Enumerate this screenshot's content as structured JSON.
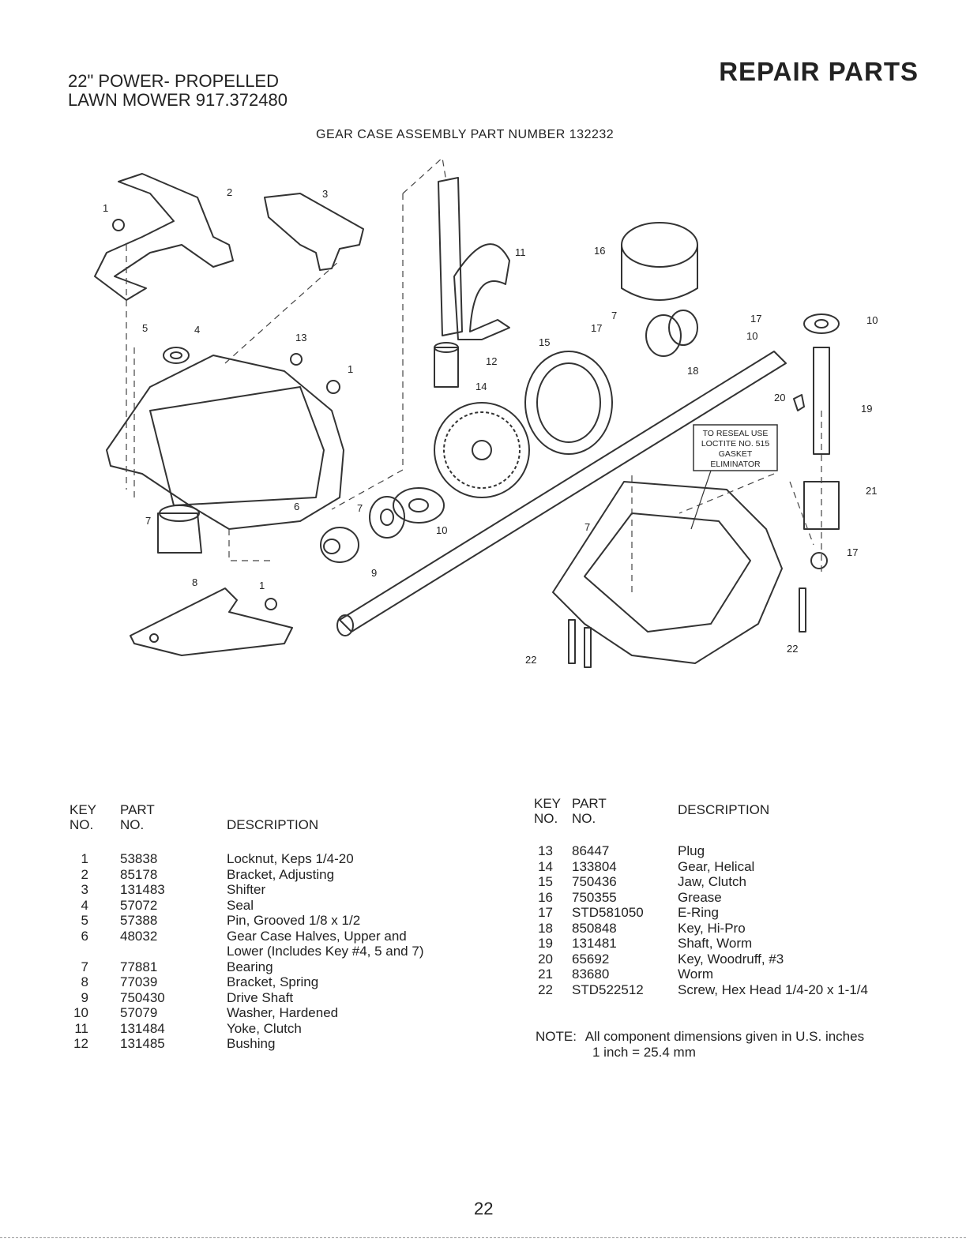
{
  "header": {
    "line1": "22\" POWER- PROPELLED",
    "line2": "LAWN MOWER 917.372480",
    "title": "REPAIR PARTS",
    "subtitle": "GEAR CASE ASSEMBLY PART NUMBER 132232"
  },
  "diagram": {
    "callout_lines": [
      "TO RESEAL USE",
      "LOCTITE NO. 515",
      "GASKET",
      "ELIMINATOR"
    ],
    "labels": [
      "1",
      "2",
      "3",
      "4",
      "5",
      "6",
      "7",
      "8",
      "9",
      "10",
      "11",
      "12",
      "13",
      "14",
      "15",
      "16",
      "17",
      "18",
      "19",
      "20",
      "21",
      "22"
    ]
  },
  "table_left": {
    "col_key": "KEY\nNO.",
    "col_key_top": "KEY",
    "col_key_bottom": "NO.",
    "col_part_top": "PART",
    "col_part_bottom": "NO.",
    "col_desc": "DESCRIPTION",
    "rows": [
      {
        "key": "1",
        "part": "53838",
        "desc": "Locknut, Keps  1/4-20"
      },
      {
        "key": "2",
        "part": "85178",
        "desc": "Bracket, Adjusting"
      },
      {
        "key": "3",
        "part": "131483",
        "desc": "Shifter"
      },
      {
        "key": "4",
        "part": "57072",
        "desc": "Seal"
      },
      {
        "key": "5",
        "part": "57388",
        "desc": "Pin, Grooved  1/8 x 1/2"
      },
      {
        "key": "6",
        "part": "48032",
        "desc": "Gear Case Halves, Upper and"
      },
      {
        "key": "",
        "part": "",
        "desc": "Lower (Includes Key #4, 5 and 7)"
      },
      {
        "key": "7",
        "part": "77881",
        "desc": "Bearing"
      },
      {
        "key": "8",
        "part": "77039",
        "desc": "Bracket, Spring"
      },
      {
        "key": "9",
        "part": "750430",
        "desc": "Drive Shaft"
      },
      {
        "key": "10",
        "part": "57079",
        "desc": "Washer, Hardened"
      },
      {
        "key": "11",
        "part": "131484",
        "desc": "Yoke, Clutch"
      },
      {
        "key": "12",
        "part": "131485",
        "desc": "Bushing"
      }
    ]
  },
  "table_right": {
    "col_key_top": "KEY",
    "col_key_bottom": "NO.",
    "col_part_top": "PART",
    "col_part_bottom": "NO.",
    "col_desc": "DESCRIPTION",
    "rows": [
      {
        "key": "13",
        "part": "86447",
        "desc": "Plug"
      },
      {
        "key": "14",
        "part": "133804",
        "desc": "Gear, Helical"
      },
      {
        "key": "15",
        "part": "750436",
        "desc": "Jaw, Clutch"
      },
      {
        "key": "16",
        "part": "750355",
        "desc": "Grease"
      },
      {
        "key": "17",
        "part": "STD581050",
        "desc": "E-Ring"
      },
      {
        "key": "18",
        "part": "850848",
        "desc": "Key, Hi-Pro"
      },
      {
        "key": "19",
        "part": "131481",
        "desc": "Shaft, Worm"
      },
      {
        "key": "20",
        "part": "65692",
        "desc": "Key, Woodruff, #3"
      },
      {
        "key": "21",
        "part": "83680",
        "desc": "Worm"
      },
      {
        "key": "22",
        "part": "STD522512",
        "desc": "Screw, Hex Head  1/4-20 x 1-1/4"
      }
    ]
  },
  "note": {
    "label": "NOTE:",
    "line1": "All component dimensions given in U.S. inches",
    "line2": "1 inch = 25.4 mm"
  },
  "page_number": "22"
}
